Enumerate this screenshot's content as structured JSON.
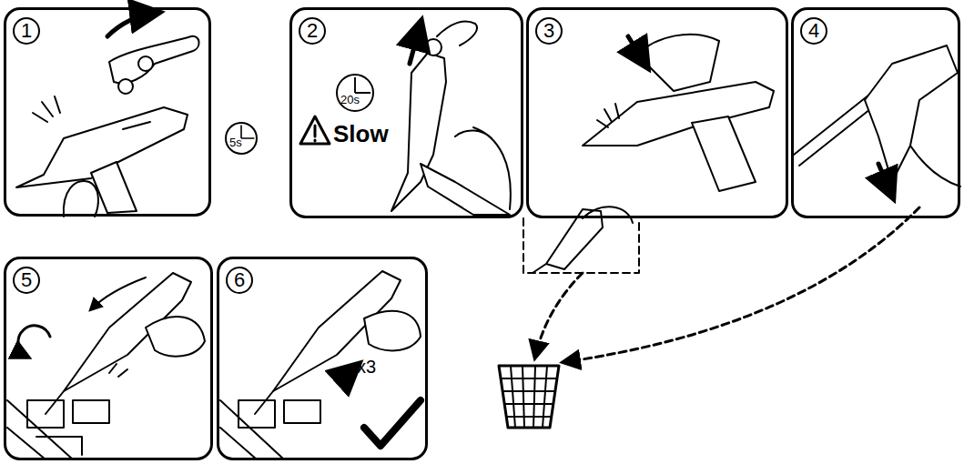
{
  "diagram": {
    "nodes": [
      {
        "text": [
          "1"
        ]
      },
      {
        "text": [
          "2"
        ]
      },
      {
        "text": [
          "3"
        ]
      },
      {
        "text": [
          "4"
        ]
      },
      {
        "text": [
          "5"
        ]
      },
      {
        "text": [
          "6"
        ]
      },
      {
        "text": [
          "5s"
        ]
      },
      {
        "text": [
          "20s"
        ],
        "in": 1
      }
    ],
    "labels": [
      "Slow",
      "x3"
    ]
  }
}
